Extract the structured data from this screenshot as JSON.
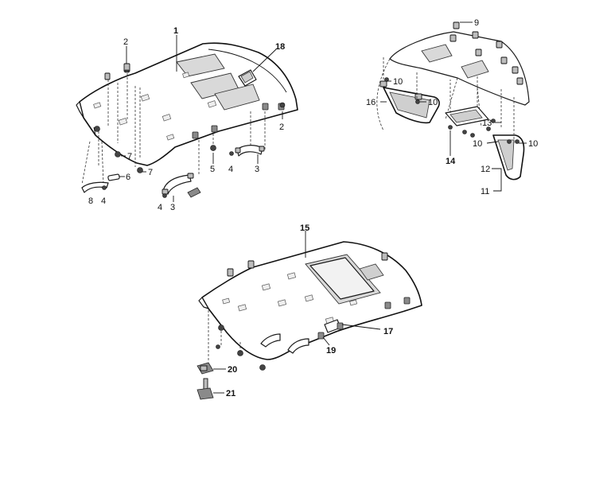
{
  "diagram": {
    "callouts": {
      "c1": "1",
      "c2a": "2",
      "c2b": "2",
      "c3a": "3",
      "c3b": "3",
      "c4a": "4",
      "c4b": "4",
      "c4c": "4",
      "c5": "5",
      "c6": "6",
      "c7a": "7",
      "c7b": "7",
      "c8": "8",
      "c9": "9",
      "c10a": "10",
      "c10b": "10",
      "c10c": "10",
      "c10d": "10",
      "c11": "11",
      "c12": "12",
      "c13": "13",
      "c14": "14",
      "c15": "15",
      "c16": "16",
      "c17": "17",
      "c18": "18",
      "c19": "19",
      "c20": "20",
      "c21": "21"
    }
  }
}
